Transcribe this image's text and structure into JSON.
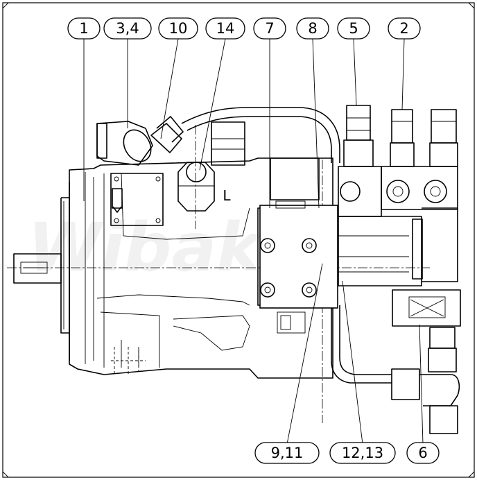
{
  "watermark": "Wibaker",
  "port_marks": {
    "leak_port": "L"
  },
  "callouts": [
    {
      "id": "c1",
      "label": "1"
    },
    {
      "id": "c34",
      "label": "3,4"
    },
    {
      "id": "c10",
      "label": "10"
    },
    {
      "id": "c14",
      "label": "14"
    },
    {
      "id": "c7",
      "label": "7"
    },
    {
      "id": "c8",
      "label": "8"
    },
    {
      "id": "c5",
      "label": "5"
    },
    {
      "id": "c2",
      "label": "2"
    },
    {
      "id": "c911",
      "label": "9,11"
    },
    {
      "id": "c1213",
      "label": "12,13"
    },
    {
      "id": "c6",
      "label": "6"
    }
  ]
}
